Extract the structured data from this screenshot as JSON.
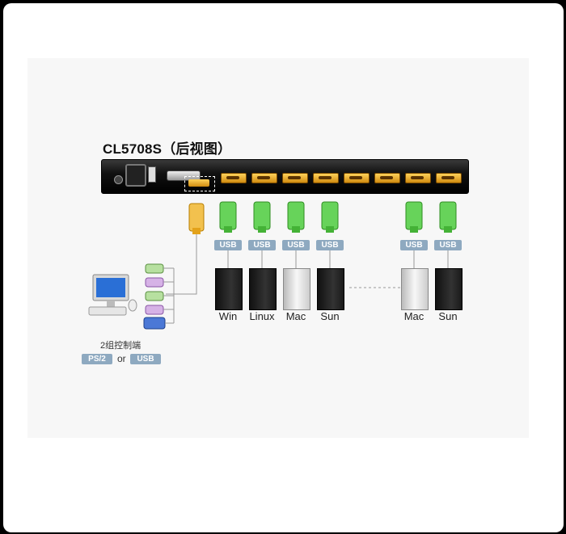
{
  "title": "CL5708S（后视图）",
  "colors": {
    "vga_port": "#f0b429",
    "usb_cable": "#4cc94c",
    "console_cable": "#f0b429",
    "tag_bg": "#8ea9c0"
  },
  "cables": {
    "usb_tag": "USB"
  },
  "computers": [
    {
      "label": "Win",
      "style": "black"
    },
    {
      "label": "Linux",
      "style": "black"
    },
    {
      "label": "Mac",
      "style": "white"
    },
    {
      "label": "Sun",
      "style": "black"
    },
    {
      "label": "Mac",
      "style": "white"
    },
    {
      "label": "Sun",
      "style": "black"
    }
  ],
  "console": {
    "caption": "2组控制端",
    "option_a": "PS/2",
    "or_text": "or",
    "option_b": "USB"
  }
}
